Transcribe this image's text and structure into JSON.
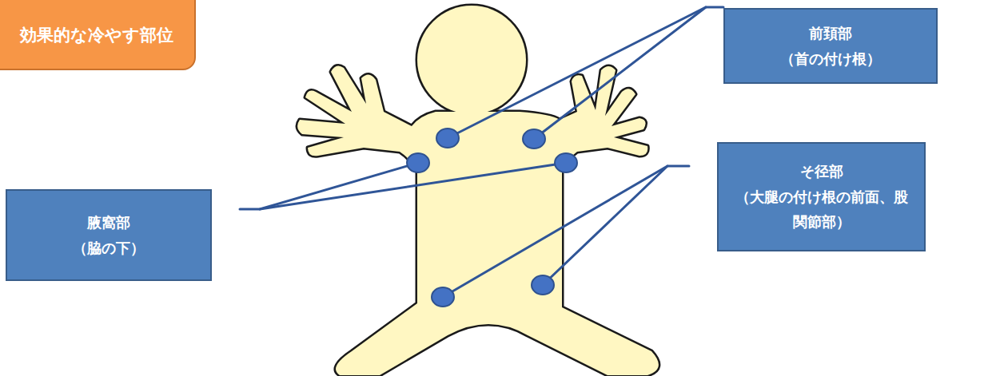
{
  "diagram": {
    "title": "効果的な冷やす部位",
    "nodes": [
      {
        "text": [
          "前頚部",
          "（首の付け根）"
        ]
      },
      {
        "text": [
          "そ径部",
          "（大腿の付け根の前面、股 関節部）"
        ]
      },
      {
        "text": [
          "腋窩部",
          "（脇の下）"
        ]
      }
    ]
  }
}
